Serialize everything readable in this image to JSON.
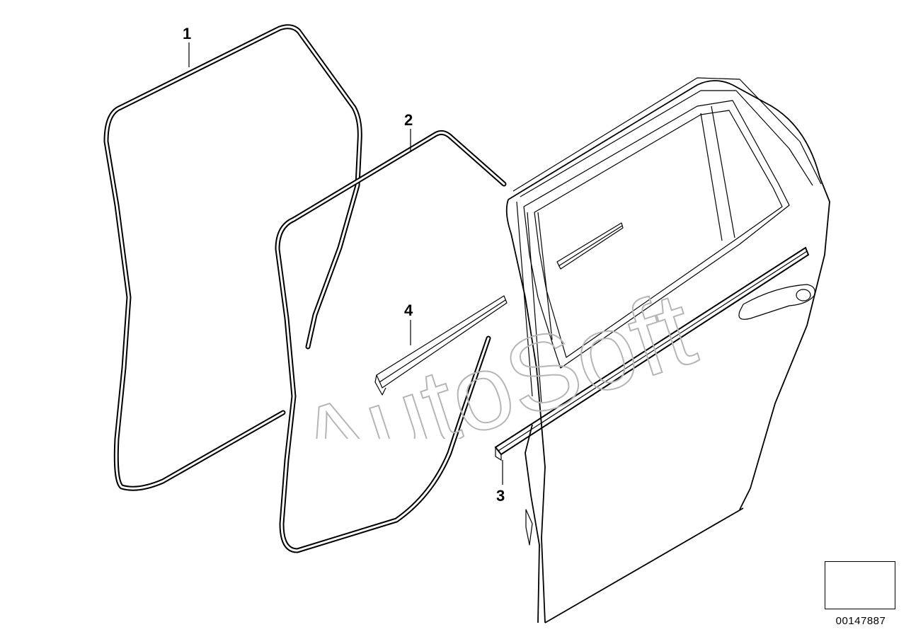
{
  "diagram": {
    "callouts": [
      {
        "id": "1",
        "label": "1"
      },
      {
        "id": "2",
        "label": "2"
      },
      {
        "id": "3",
        "label": "3"
      },
      {
        "id": "4",
        "label": "4"
      }
    ],
    "watermark": "AutoSoft",
    "reference_number": "00147887",
    "reference_icon": "arrow-direction-icon"
  }
}
